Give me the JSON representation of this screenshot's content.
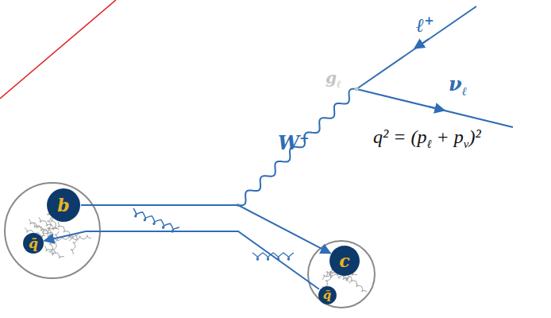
{
  "diagram": {
    "nodes": [
      {
        "text": [
          "b"
        ]
      },
      {
        "text": [
          "q̄"
        ]
      },
      {
        "text": [
          "c"
        ]
      },
      {
        "text": [
          "q̄"
        ]
      }
    ],
    "edges": [
      {
        "from": 0,
        "to": 2,
        "arrow": "to"
      },
      {
        "from": 3,
        "to": 1,
        "arrow": "to"
      }
    ],
    "labels": [
      "ℓ+",
      "gℓ",
      "νℓ",
      "W+",
      "q² = (pℓ + pν)²"
    ]
  }
}
